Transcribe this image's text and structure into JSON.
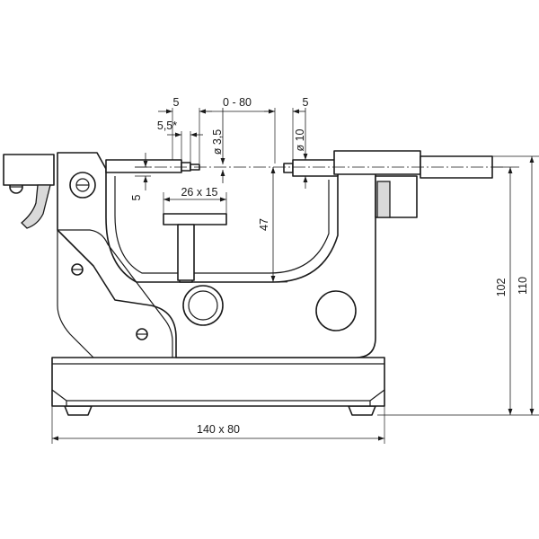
{
  "dimensions": {
    "top_left_gap": "5",
    "range": "0 - 80",
    "top_right_gap": "5",
    "anvil_width": "5,5*",
    "anvil_diameter": "ø 3,5",
    "spindle_diameter": "ø 10",
    "offset": "5",
    "table_size": "26 x 15",
    "throat_depth": "47",
    "height_inner": "102",
    "height_total": "110",
    "base_size": "140 x 80"
  },
  "colors": {
    "line": "#1a1a1a",
    "fill": "#ffffff",
    "shade": "#d9d9d9"
  }
}
